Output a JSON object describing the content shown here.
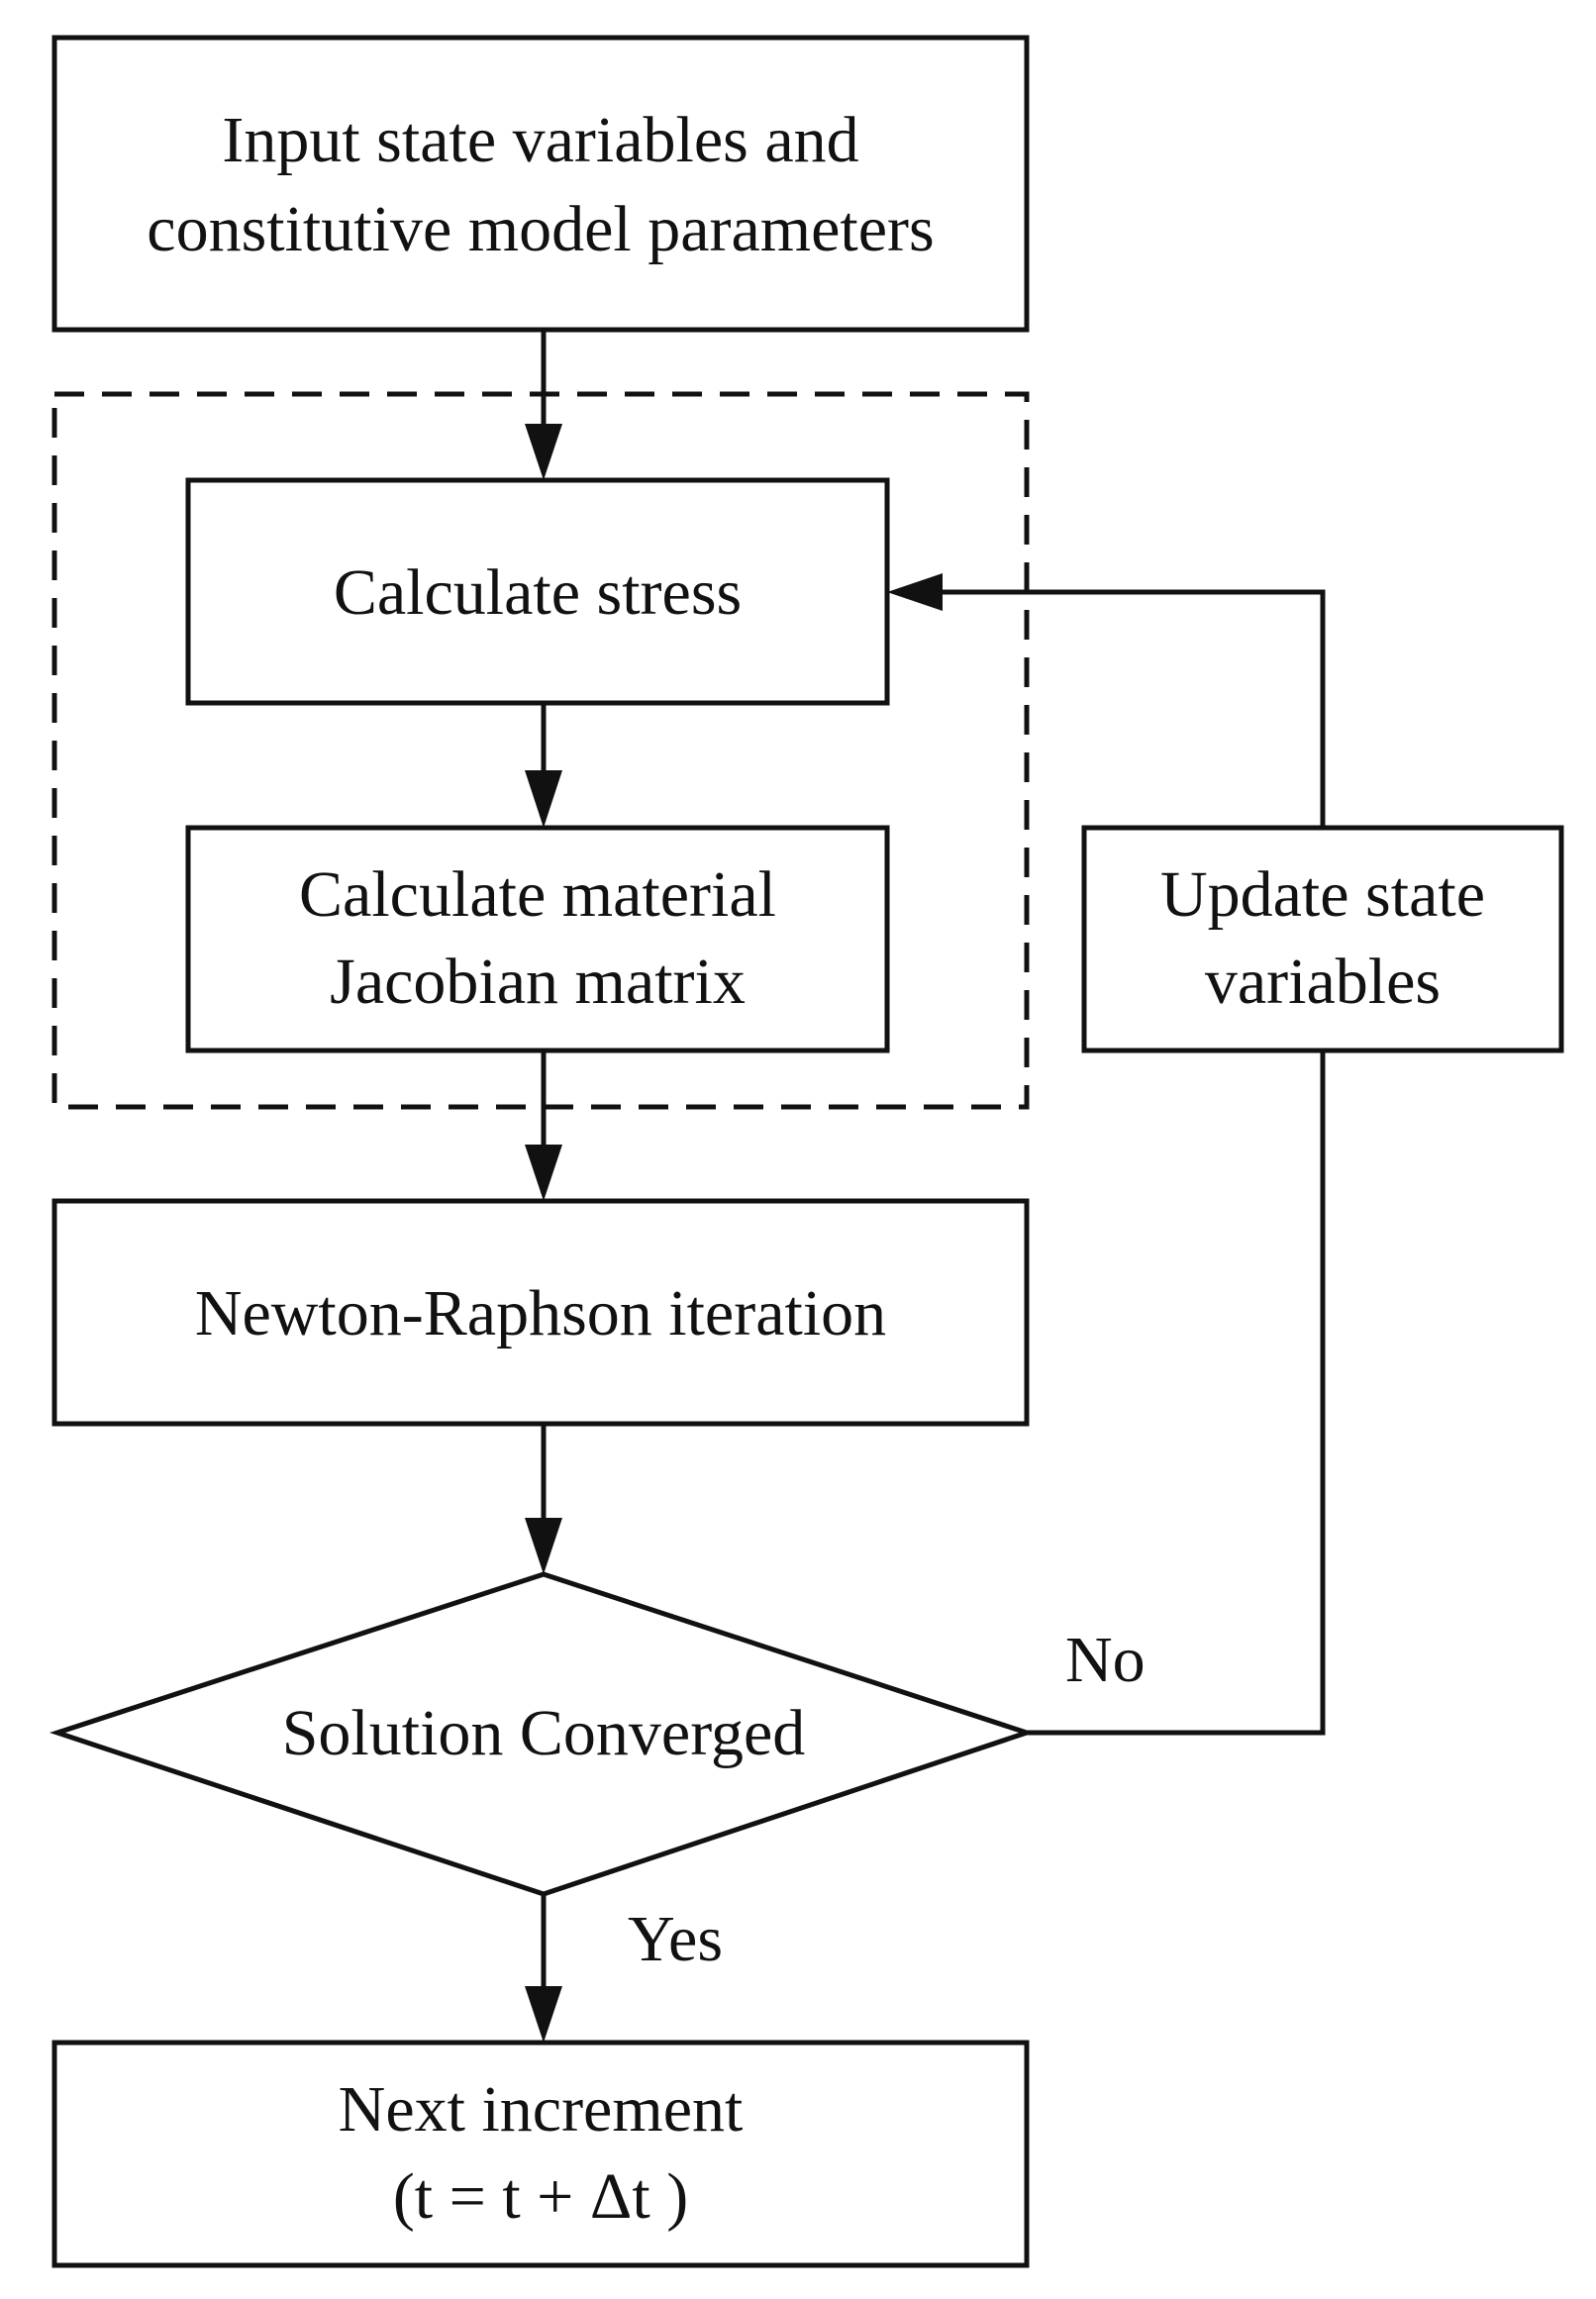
{
  "nodes": {
    "input": {
      "line1": "Input state variables and",
      "line2": "constitutive model parameters"
    },
    "calc_stress": {
      "label": "Calculate stress"
    },
    "calc_jacobian": {
      "line1": "Calculate material",
      "line2": "Jacobian matrix"
    },
    "newton": {
      "label": "Newton-Raphson iteration"
    },
    "converged": {
      "label": "Solution Converged"
    },
    "update": {
      "line1": "Update state",
      "line2": "variables"
    },
    "next": {
      "line1": "Next increment",
      "line2": "(t = t + Δt )"
    }
  },
  "edges": {
    "no_label": "No",
    "yes_label": "Yes"
  }
}
